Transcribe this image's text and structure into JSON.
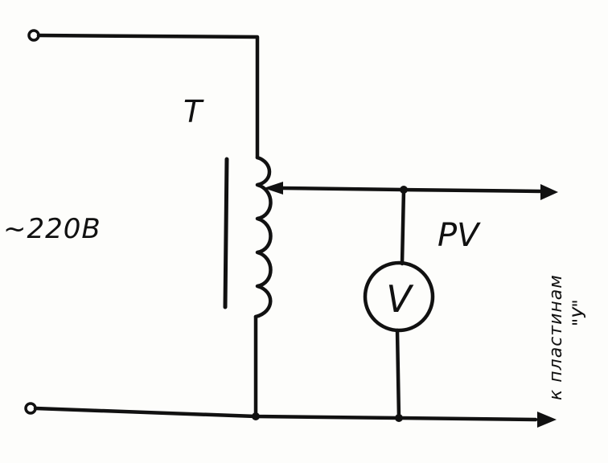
{
  "transformer": {
    "label": "T"
  },
  "source": {
    "voltage_label": "~220В"
  },
  "voltmeter": {
    "label": "PV",
    "symbol": "V"
  },
  "output": {
    "label_line1": "к пластинам",
    "label_line2": "\"У\""
  },
  "colors": {
    "ink": "#111111",
    "paper": "#fdfdfb"
  }
}
